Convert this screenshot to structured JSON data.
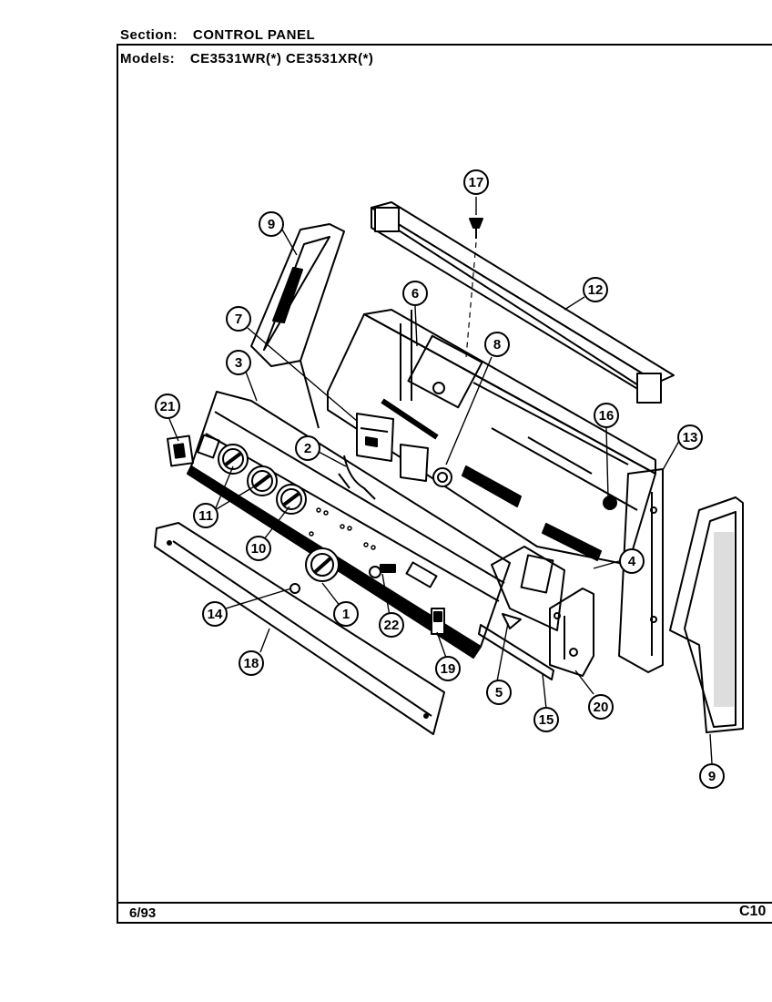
{
  "header": {
    "section_label": "Section:",
    "section_value": "CONTROL PANEL",
    "models_label": "Models:",
    "models_value": "CE3531WR(*)   CE3531XR(*)"
  },
  "footer": {
    "date": "6/93",
    "page": "C10"
  },
  "callouts": [
    {
      "id": "callout-17",
      "label": "17"
    },
    {
      "id": "callout-9-top",
      "label": "9"
    },
    {
      "id": "callout-12",
      "label": "12"
    },
    {
      "id": "callout-6",
      "label": "6"
    },
    {
      "id": "callout-7",
      "label": "7"
    },
    {
      "id": "callout-8",
      "label": "8"
    },
    {
      "id": "callout-3",
      "label": "3"
    },
    {
      "id": "callout-16",
      "label": "16"
    },
    {
      "id": "callout-13",
      "label": "13"
    },
    {
      "id": "callout-21",
      "label": "21"
    },
    {
      "id": "callout-2",
      "label": "2"
    },
    {
      "id": "callout-11",
      "label": "11"
    },
    {
      "id": "callout-10",
      "label": "10"
    },
    {
      "id": "callout-4",
      "label": "4"
    },
    {
      "id": "callout-1",
      "label": "1"
    },
    {
      "id": "callout-14",
      "label": "14"
    },
    {
      "id": "callout-22",
      "label": "22"
    },
    {
      "id": "callout-19",
      "label": "19"
    },
    {
      "id": "callout-5",
      "label": "5"
    },
    {
      "id": "callout-15",
      "label": "15"
    },
    {
      "id": "callout-20",
      "label": "20"
    },
    {
      "id": "callout-18",
      "label": "18"
    },
    {
      "id": "callout-9-bottom",
      "label": "9"
    }
  ]
}
